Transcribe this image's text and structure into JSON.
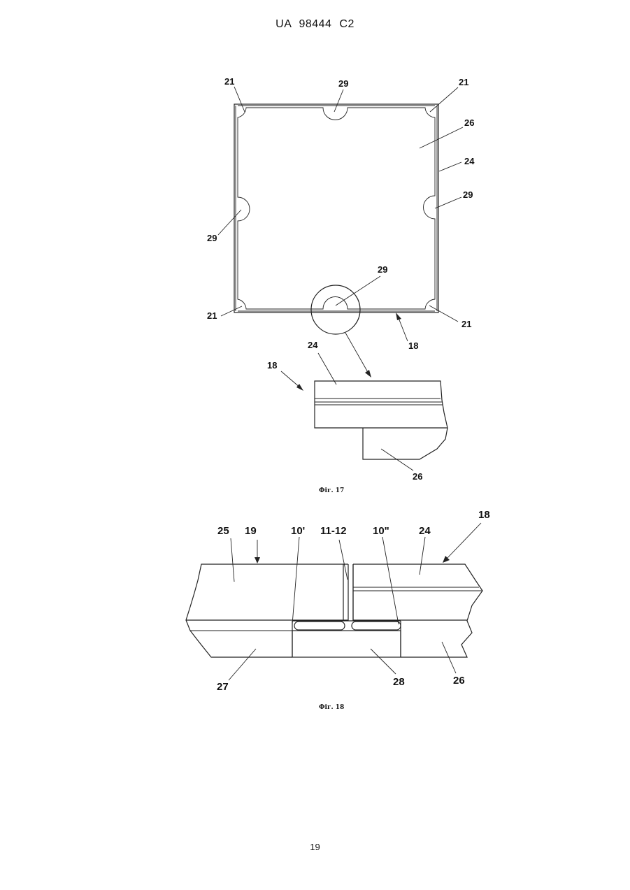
{
  "header": {
    "text": "UA   98444   C2"
  },
  "page_number": "19",
  "fig17": {
    "caption": "Фіг. 17",
    "labels": {
      "corner_tl": "21",
      "notch_top": "29",
      "corner_tr": "21",
      "panel": "26",
      "frame": "24",
      "notch_right": "29",
      "notch_left": "29",
      "notch_bottom": "29",
      "corner_bl": "21",
      "corner_br": "21",
      "assembly": "18",
      "detail_frame": "24",
      "detail_assembly": "18",
      "detail_panel": "26"
    }
  },
  "fig18": {
    "caption": "Фіг. 18",
    "labels": {
      "left_panel": "25",
      "left_assembly": "19",
      "seal_left": "10'",
      "gap": "11-12",
      "seal_right": "10\"",
      "right_frame": "24",
      "right_assembly": "18",
      "lower_left": "27",
      "lower_mid": "28",
      "lower_right": "26"
    }
  }
}
